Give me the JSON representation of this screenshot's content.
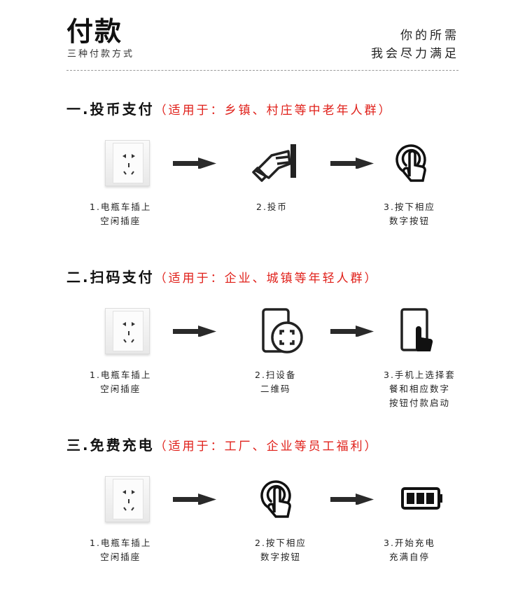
{
  "header": {
    "title": "付款",
    "subtitle": "三种付款方式",
    "slogan": [
      "你的所需",
      "我会尽力满足"
    ]
  },
  "sections": [
    {
      "title": "一.投币支付",
      "note": "（适用于：乡镇、村庄等中老年人群）",
      "steps": [
        {
          "lines": [
            "1.电瓶车插上",
            "空闲插座"
          ]
        },
        {
          "lines": [
            "2.投币"
          ]
        },
        {
          "lines": [
            "3.按下相应",
            "数字按钮"
          ]
        }
      ]
    },
    {
      "title": "二.扫码支付",
      "note": "（适用于：企业、城镇等年轻人群）",
      "steps": [
        {
          "lines": [
            "1.电瓶车插上",
            "空闲插座"
          ]
        },
        {
          "lines": [
            "2.扫设备",
            "二维码"
          ]
        },
        {
          "lines": [
            "3.手机上选择套",
            "餐和相应数字",
            "按钮付款启动"
          ]
        }
      ]
    },
    {
      "title": "三.免费充电",
      "note": "（适用于：工厂、企业等员工福利）",
      "steps": [
        {
          "lines": [
            "1.电瓶车插上",
            "空闲插座"
          ]
        },
        {
          "lines": [
            "2.按下相应",
            "数字按钮"
          ]
        },
        {
          "lines": [
            "3.开始充电",
            "充满自停"
          ]
        }
      ]
    }
  ],
  "colors": {
    "accent": "#e0201a",
    "text": "#111111"
  }
}
